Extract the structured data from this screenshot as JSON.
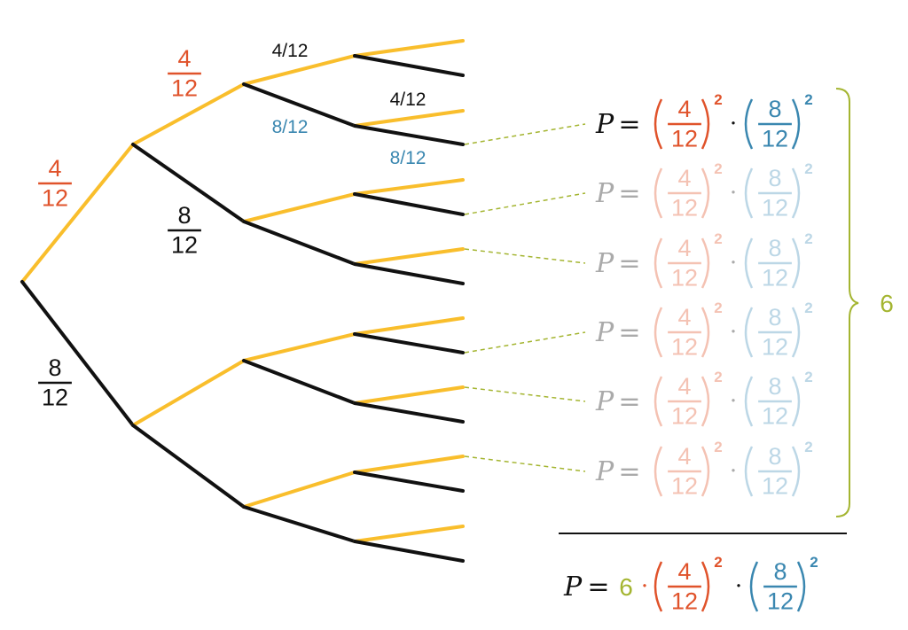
{
  "colors": {
    "yellow": "#F9BE2C",
    "black": "#111111",
    "red": "#E0532B",
    "blue": "#3A87B0",
    "green": "#A4B531",
    "faded_red": "#F4C2B3",
    "faded_blue": "#BCD7E6",
    "faded_gray": "#AAAAAA"
  },
  "tree": {
    "depth": 4,
    "upper_branch": "yellow",
    "lower_branch": "black"
  },
  "labels": {
    "level1_upper": {
      "num": "4",
      "den": "12"
    },
    "level1_lower": {
      "num": "8",
      "den": "12"
    },
    "level2_upper": {
      "num": "4",
      "den": "12"
    },
    "level2_lower": {
      "num": "8",
      "den": "12"
    },
    "level3_upper": "4/12",
    "level3_lower": "8/12",
    "level4_upper": "4/12",
    "level4_lower": "8/12"
  },
  "formula": {
    "p": "P",
    "eq": "=",
    "dot": "·",
    "a_num": "4",
    "a_den": "12",
    "b_num": "8",
    "b_den": "12",
    "exp_a": "2",
    "exp_b": "2",
    "rows": 6,
    "highlighted_row": 0
  },
  "count": "6",
  "result": {
    "p": "P",
    "eq": "=",
    "factor": "6",
    "dot": "·"
  }
}
